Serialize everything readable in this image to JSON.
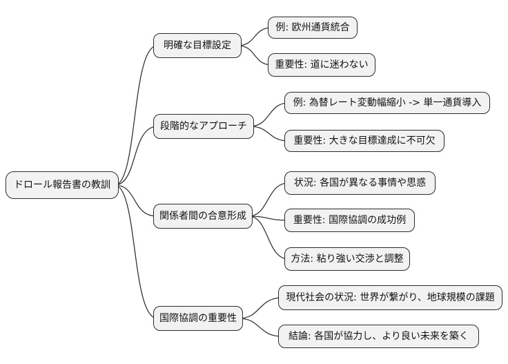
{
  "mindmap": {
    "title": "ドロール報告書の教訓 mind map",
    "root": {
      "label": "ドロール報告書の教訓"
    },
    "branches": [
      {
        "label": "明確な目標設定",
        "children": [
          {
            "label": "例: 欧州通貨統合"
          },
          {
            "label": "重要性: 道に迷わない"
          }
        ]
      },
      {
        "label": "段階的なアプローチ",
        "children": [
          {
            "label": "例: 為替レート変動幅縮小 -> 単一通貨導入"
          },
          {
            "label": "重要性: 大きな目標達成に不可欠"
          }
        ]
      },
      {
        "label": "関係者間の合意形成",
        "children": [
          {
            "label": "状況: 各国が異なる事情や思惑"
          },
          {
            "label": "重要性: 国際協調の成功例"
          },
          {
            "label": "方法: 粘り強い交渉と調整"
          }
        ]
      },
      {
        "label": "国際協調の重要性",
        "children": [
          {
            "label": "現代社会の状況: 世界が繋がり、地球規模の課題"
          },
          {
            "label": "結論: 各国が協力し、より良い未来を築く"
          }
        ]
      }
    ],
    "colors": {
      "background": "#ffffff",
      "node_fill": "#f2f2f2",
      "node_border": "#2b2b2b",
      "edge": "#333333"
    }
  }
}
